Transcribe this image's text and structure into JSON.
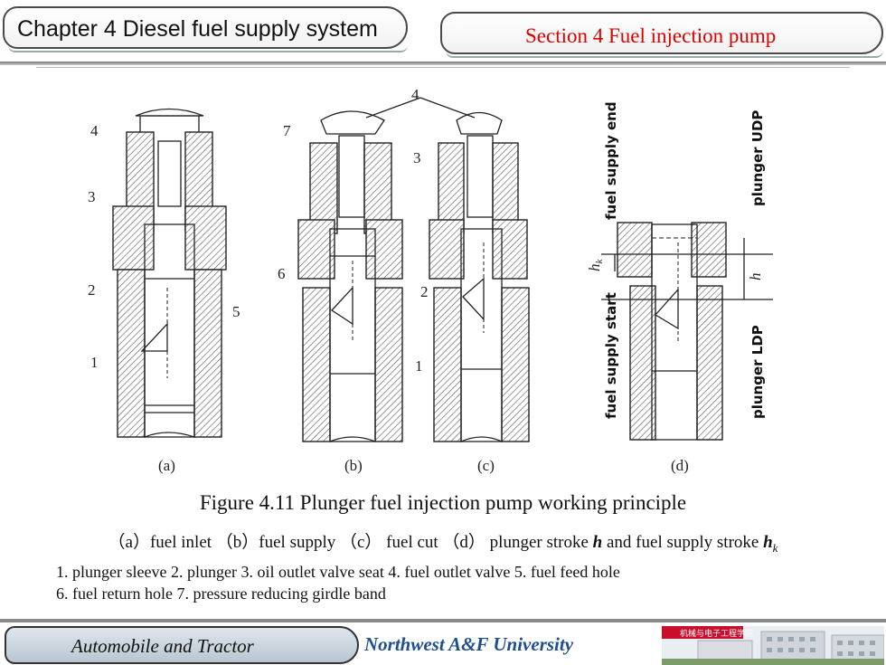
{
  "header": {
    "chapter": "Chapter 4  Diesel fuel supply system",
    "section": "Section 4   Fuel  injection pump"
  },
  "figure": {
    "panel_labels": [
      "(a)",
      "(b)",
      "(c)",
      "(d)"
    ],
    "part_numbers": [
      "1",
      "2",
      "3",
      "4",
      "5",
      "6",
      "7"
    ],
    "annotations": {
      "fuel_supply_end": "fuel supply end",
      "fuel_supply_start": "fuel supply start",
      "plunger_udp": "plunger UDP",
      "plunger_ldp": "plunger LDP",
      "hk": "h",
      "hk_sub": "k",
      "h": "h"
    }
  },
  "caption": {
    "title": "Figure 4.11  Plunger fuel injection pump working principle",
    "subtitle_parts": [
      "（a）fuel inlet （b）fuel supply （c） fuel cut （d） plunger stroke ",
      "h",
      " and  fuel supply stroke  ",
      "h",
      "k"
    ],
    "legend_line1": "1. plunger sleeve   2. plunger   3. oil outlet  valve seat   4. fuel outlet  valve   5. fuel feed hole",
    "legend_line2": "6. fuel return hole  7. pressure reducing girdle band"
  },
  "footer": {
    "course": "Automobile and Tractor",
    "university": "Northwest  A&F  University",
    "logo_text": "机械与电子工程学院"
  },
  "colors": {
    "section_red": "#e00000",
    "university_blue": "#1f4e8f",
    "footer_tab": "#b8c6d2"
  }
}
